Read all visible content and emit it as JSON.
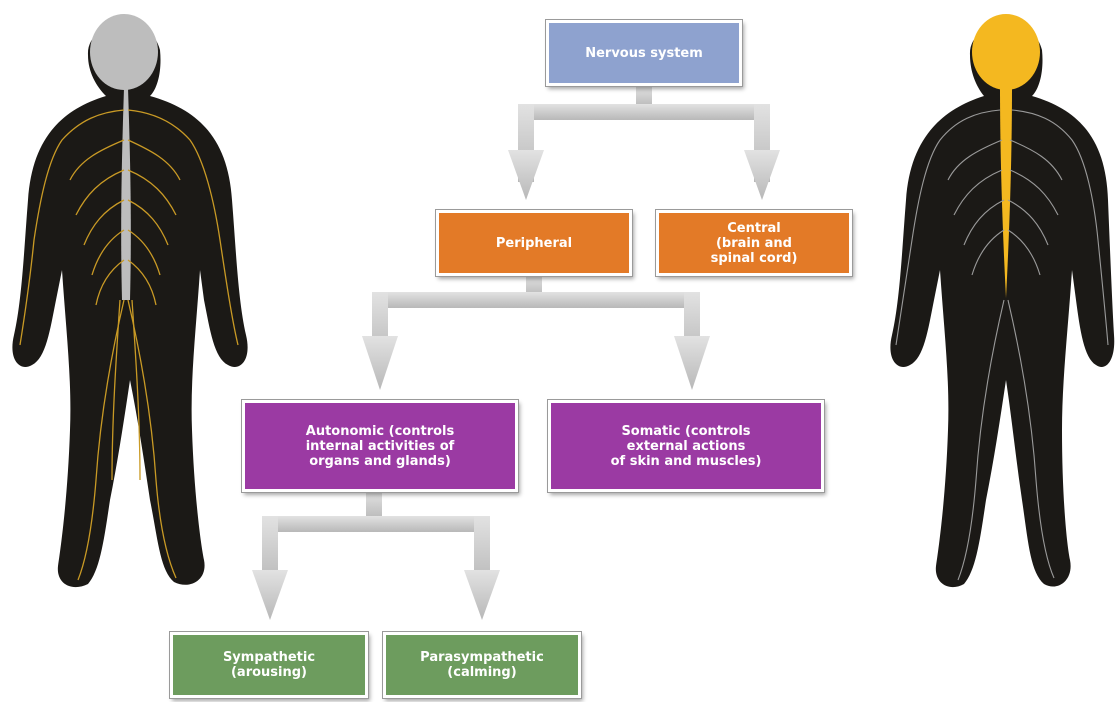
{
  "nodes": {
    "nervous_system": "Nervous system",
    "peripheral": "Peripheral",
    "central": "Central\n(brain and\nspinal cord)",
    "autonomic": "Autonomic (controls\ninternal activities of\norgans and glands)",
    "somatic": "Somatic (controls\nexternal actions\nof skin and muscles)",
    "sympathetic": "Sympathetic\n(arousing)",
    "parasympathetic": "Parasympathetic\n(calming)"
  },
  "colors": {
    "nervous_system": "#8ea2cf",
    "central_peripheral": "#e37a27",
    "autonomic_somatic": "#9b3aa3",
    "sympathetic_parasympathetic": "#6d9c5e",
    "connector": "#c9c9c9",
    "body_fill": "#1b1916",
    "left_figure_nerves": "#c99a25",
    "left_figure_spine": "#bdbdbd",
    "right_figure_nerves": "#bdbdbd",
    "right_figure_spine": "#f4b820"
  },
  "figures": {
    "left": {
      "icon": "human-body-peripheral-nerves-icon"
    },
    "right": {
      "icon": "human-body-central-nervous-icon"
    }
  }
}
